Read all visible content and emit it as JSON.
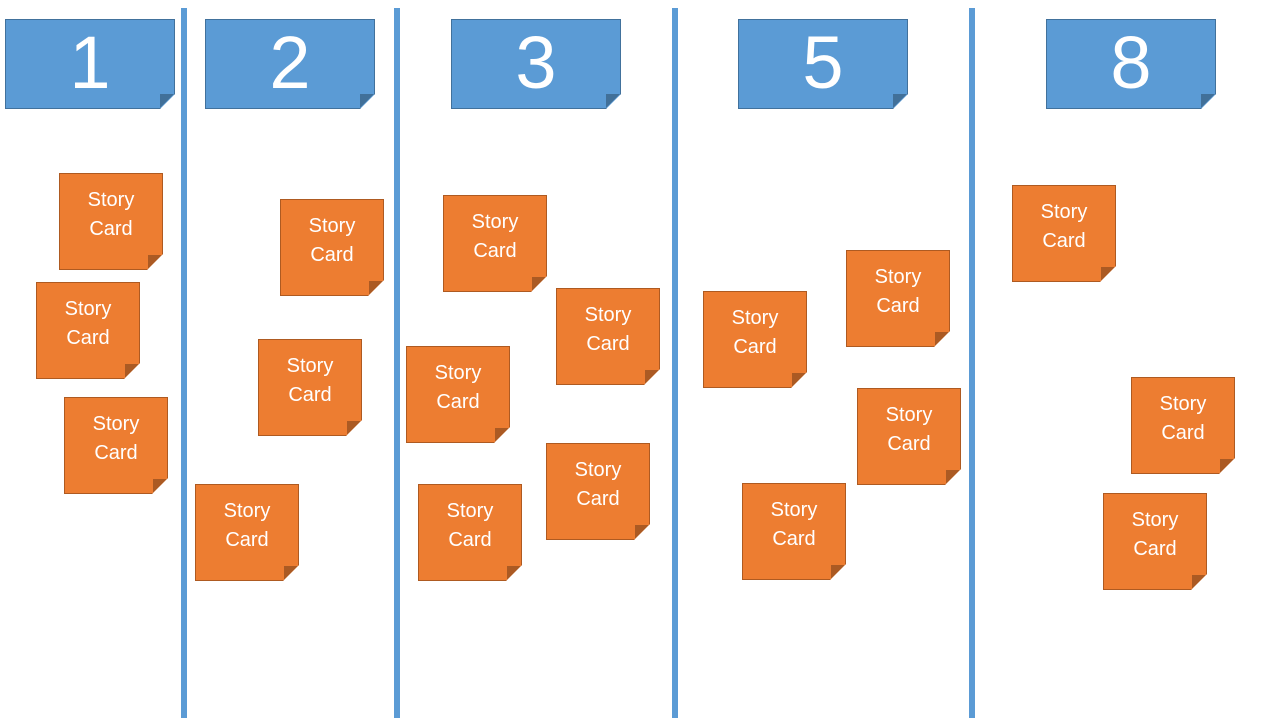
{
  "colors": {
    "header_fill": "#5b9bd5",
    "divider": "#5b9bd5",
    "card_fill": "#ed7d31",
    "text": "#ffffff"
  },
  "columns": [
    {
      "header": "1"
    },
    {
      "header": "2"
    },
    {
      "header": "3"
    },
    {
      "header": "5"
    },
    {
      "header": "8"
    }
  ],
  "card": {
    "line1": "Story",
    "line2": "Card"
  }
}
